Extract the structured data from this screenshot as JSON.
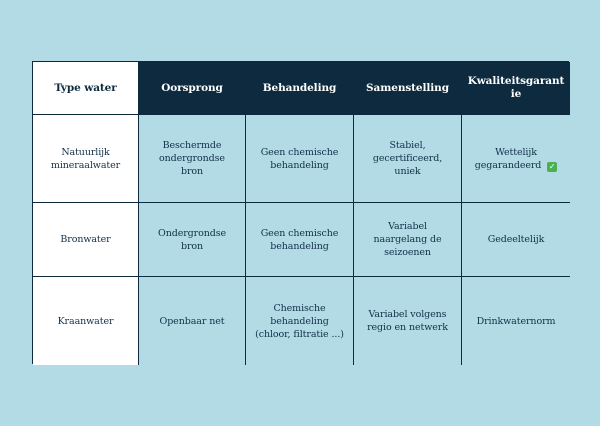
{
  "table": {
    "headers": [
      "Type water",
      "Oorsprong",
      "Behandeling",
      "Samenstelling",
      "Kwaliteitsgarant ie"
    ],
    "rows": [
      {
        "type": "Natuurlijk mineraalwater",
        "oorsprong": "Beschermde ondergrondse bron",
        "behandeling": "Geen chemische behandeling",
        "samenstelling": "Stabiel, gecertificeerd, uniek",
        "kwaliteit": "Wettelijk gegarandeerd",
        "kwaliteit_icon": "check-mark-icon"
      },
      {
        "type": "Bronwater",
        "oorsprong": "Ondergrondse bron",
        "behandeling": "Geen chemische behandeling",
        "samenstelling": "Variabel naargelang de seizoenen",
        "kwaliteit": "Gedeeltelijk"
      },
      {
        "type": "Kraanwater",
        "oorsprong": "Openbaar net",
        "behandeling": "Chemische behandeling (chloor, filtratie ...)",
        "samenstelling": "Variabel volgens regio en netwerk",
        "kwaliteit": "Drinkwaternorm"
      }
    ]
  },
  "colors": {
    "background": "#b2dbe6",
    "header_dark": "#0d2a3f",
    "check_green": "#4caf50"
  }
}
